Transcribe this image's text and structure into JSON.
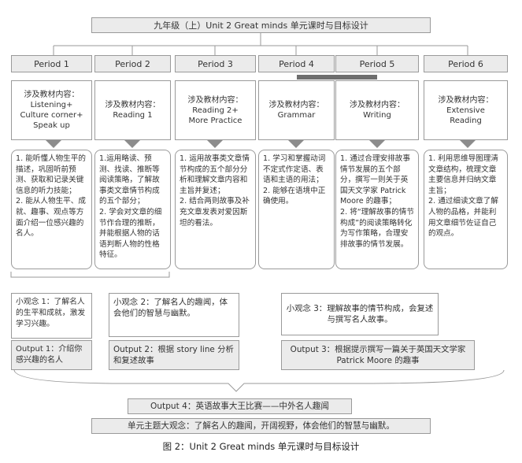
{
  "title": "九年级（上）Unit 2 Great minds 单元课时与目标设计",
  "periods": [
    {
      "label": "Period 1",
      "materials": "涉及教材内容：\nListening+\nCulture corner+\nSpeak up",
      "objectives": "1. 能听懂人物生平的描述，巩固听前预测、获取和记录关键信息的听力技能；\n2. 能从人物生平、成就、趣事、观点等方面介绍一位感兴趣的名人。"
    },
    {
      "label": "Period 2",
      "materials": "涉及教材内容：\nReading 1",
      "objectives": "1.运用略读、预测、找读、推断等阅读策略，了解故事类文章情节构成的五个部分；\n2. 学会对文章的细节作合理的推断，并能根据人物的话语判断人物的性格特征。"
    },
    {
      "label": "Period 3",
      "materials": "涉及教材内容：\nReading 2+\nMore Practice",
      "objectives": "1. 运用故事类文章情节构成的五个部分分析和理解文章内容和主旨并复述；\n2. 结合两则故事及补充文章发表对爱因斯坦的看法。"
    },
    {
      "label": "Period 4",
      "materials": "涉及教材内容：\nGrammar",
      "objectives": "1. 学习和掌握动词不定式作定语、表语和主语的用法；\n2. 能够在语境中正确使用。"
    },
    {
      "label": "Period 5",
      "materials": "涉及教材内容：\nWriting",
      "objectives": "1. 通过合理安排故事情节发展的五个部分，撰写一则关于英国天文学家 Patrick Moore 的趣事；\n2. 将“理解故事的情节构成”的阅读策略转化为写作策略，合理安排故事的情节发展。"
    },
    {
      "label": "Period 6",
      "materials": "涉及教材内容：\nExtensive\nReading",
      "objectives": "1. 利用思维导图理清文章结构，梳理文章主要信息并归纳文章主旨；\n2. 通过细读文章了解人物的品格，并能利用文章细节佐证自己的观点。"
    }
  ],
  "concepts": [
    "小观念 1：了解名人的生平和成就，激发学习兴趣。",
    "小观念 2：了解名人的趣闻，体会他们的智慧与幽默。",
    "小观念 3：理解故事的情节构成，会复述与撰写名人故事。"
  ],
  "outputs": [
    "Output 1：介绍你感兴趣的名人",
    "Output 2：根据 story line 分析和复述故事",
    "Output 3：根据提示撰写一篇关于英国天文学家 Patrick Moore 的趣事"
  ],
  "output4": "Output 4：英语故事大王比赛——中外名人趣闻",
  "big_idea": "单元主题大观念：了解名人的趣闻，开阔视野，体会他们的智慧与幽默。",
  "caption": "图 2：Unit 2 Great minds 单元课时与目标设计"
}
